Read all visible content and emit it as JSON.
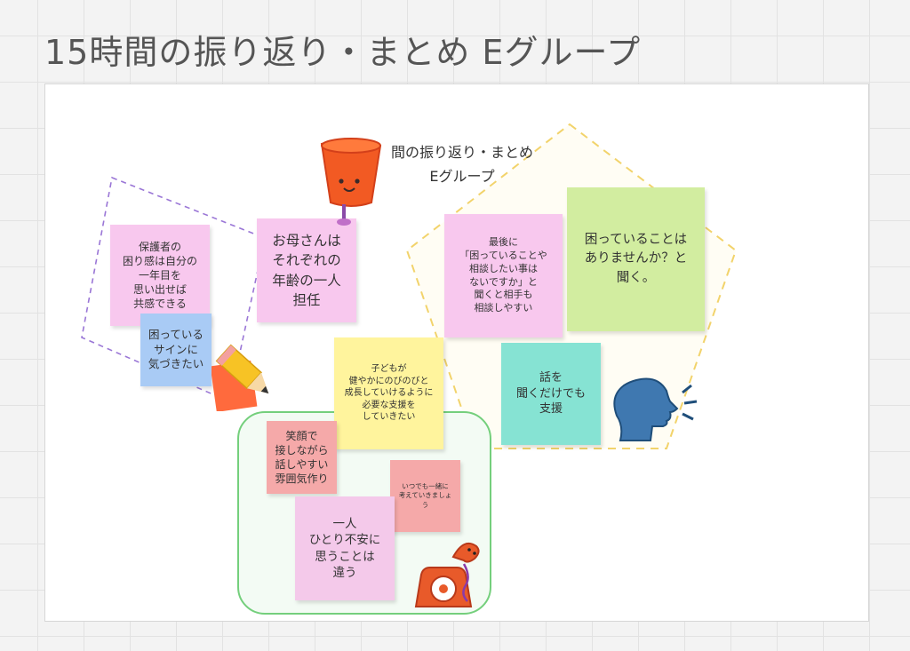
{
  "page": {
    "title": "15時間の振り返り・まとめ Eグループ"
  },
  "frame": {
    "title_line1": "間の振り返り・まとめ",
    "title_line2": "Eグループ"
  },
  "notes": {
    "guardian": "保護者の\n困り感は自分の\n一年目を\n思い出せば\n共感できる",
    "signs": "困っている\nサインに\n気づきたい",
    "mother": "お母さんは\nそれぞれの\n年齢の一人\n担任",
    "consult": "最後に\n「困っていることや\n相談したい事は\nないですか」と\n聞くと相手も\n相談しやすい",
    "ask": "困っていることは\nありませんか？と\n聞く。",
    "listen": "話を\n聞くだけでも\n支援",
    "growth": "子どもが\n健やかにのびのびと\n成長していけるように\n必要な支援を\nしていきたい",
    "smile": "笑顔で\n接しながら\n話しやすい\n雰囲気作り",
    "together": "いつでも一緒に\n考えていきましょう",
    "alone": "一人\nひとり不安に\n思うことは\n違う"
  },
  "colors": {
    "pink": "#f8c8ee",
    "blue": "#a9cbf5",
    "yellow": "#fff49d",
    "green": "#d2eda0",
    "teal": "#86e3d3",
    "salmon": "#f5a9a9",
    "lavender": "#f4c9ea",
    "green_frame": "#74cf7c",
    "yellow_dash": "#f2d36b",
    "purple_dash": "#9a76d6"
  },
  "icons": [
    "flowerpot-icon",
    "pencil-icon",
    "speaking-head-icon",
    "telephone-icon"
  ]
}
